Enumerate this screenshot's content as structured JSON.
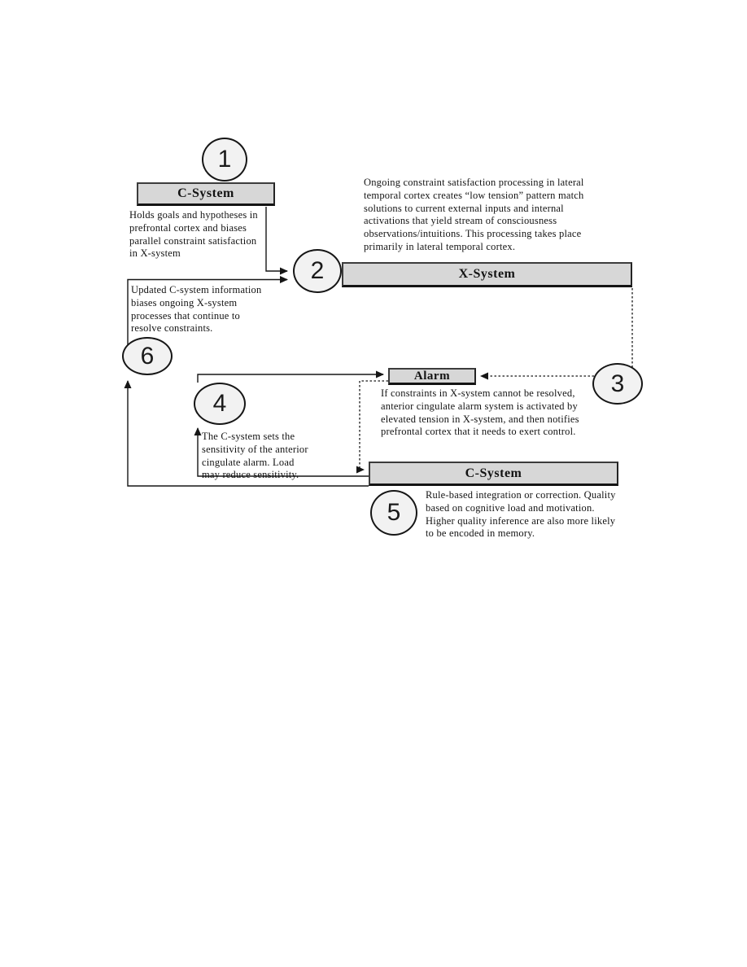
{
  "colors": {
    "background": "#ffffff",
    "box_fill": "#d7d7d7",
    "box_border": "#2e2e2e",
    "circle_fill": "#f2f2f2",
    "line": "#161616",
    "text": "#141414"
  },
  "boxes": {
    "c_system_top": "C-System",
    "x_system": "X-System",
    "alarm": "Alarm",
    "c_system_bottom": "C-System"
  },
  "steps": {
    "s1": {
      "number": "1",
      "text": "Holds goals and hypotheses in\nprefrontal cortex and biases\nparallel constraint satisfaction\nin X-system"
    },
    "s2": {
      "number": "2",
      "text": "Ongoing constraint satisfaction processing in lateral\ntemporal cortex creates “low tension” pattern match\nsolutions to current external inputs and internal\nactivations that yield stream of consciousness\nobservations/intuitions.  This processing takes place\nprimarily in lateral temporal cortex."
    },
    "s3": {
      "number": "3",
      "text": "If constraints in X-system cannot be resolved,\nanterior cingulate alarm system is activated by\nelevated tension in X-system, and then notifies\nprefrontal cortex that it needs to exert control."
    },
    "s4": {
      "number": "4",
      "text": "The C-system sets the\nsensitivity of the anterior\ncingulate alarm.  Load\nmay reduce sensitivity."
    },
    "s5": {
      "number": "5",
      "text": "Rule-based integration or correction. Quality\nbased on cognitive load and motivation.\nHigher quality inference are also more likely\nto be encoded in memory."
    },
    "s6": {
      "number": "6",
      "text": "Updated C-system information\nbiases ongoing X-system\nprocesses that continue to\nresolve constraints."
    }
  }
}
